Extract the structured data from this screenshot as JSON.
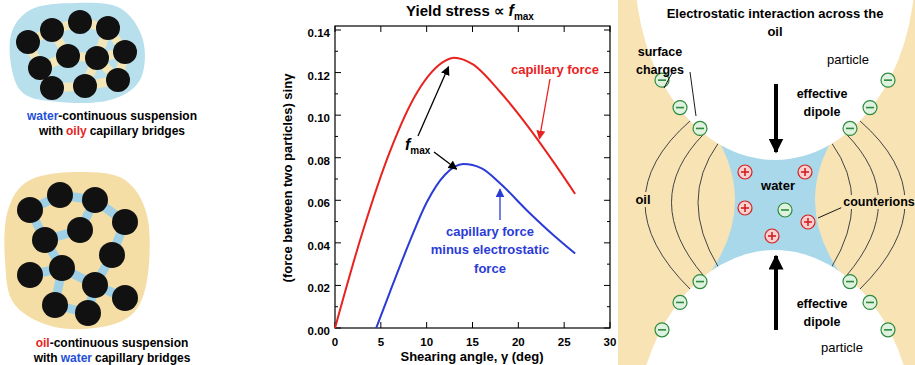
{
  "diagram": {
    "labels": [
      "water",
      "-continuous suspension",
      "with",
      "oily",
      "capillary bridges",
      "oil",
      "-continuous suspension",
      "with",
      "water",
      "capillary bridges",
      "Yield stress ∝",
      "f",
      "max",
      "(force between two particles) sinγ",
      "Shearing angle, γ (deg)",
      "0.00",
      "0.02",
      "0.04",
      "0.06",
      "0.08",
      "0.10",
      "0.12",
      "0.14",
      "0",
      "5",
      "10",
      "15",
      "20",
      "25",
      "30",
      "capillary force",
      "f",
      "max",
      "capillary force minus electrostatic force",
      "Electrostatic interaction across the oil",
      "surface charges",
      "particle",
      "effective dipole",
      "water",
      "oil",
      "counterions",
      "effective dipole",
      "particle"
    ]
  }
}
